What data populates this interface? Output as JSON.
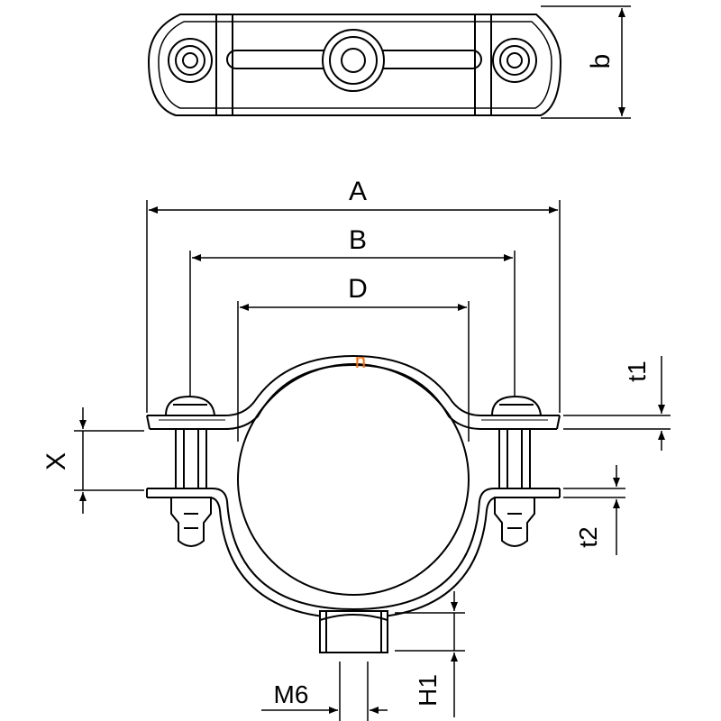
{
  "colors": {
    "line": "#000000",
    "accent": "#ff6a00",
    "background": "#ffffff"
  },
  "labels": {
    "A": "A",
    "B": "B",
    "D": "D",
    "b": "b",
    "X": "X",
    "t1": "t1",
    "t2": "t2",
    "H1": "H1",
    "M6": "M6",
    "n": "n"
  }
}
